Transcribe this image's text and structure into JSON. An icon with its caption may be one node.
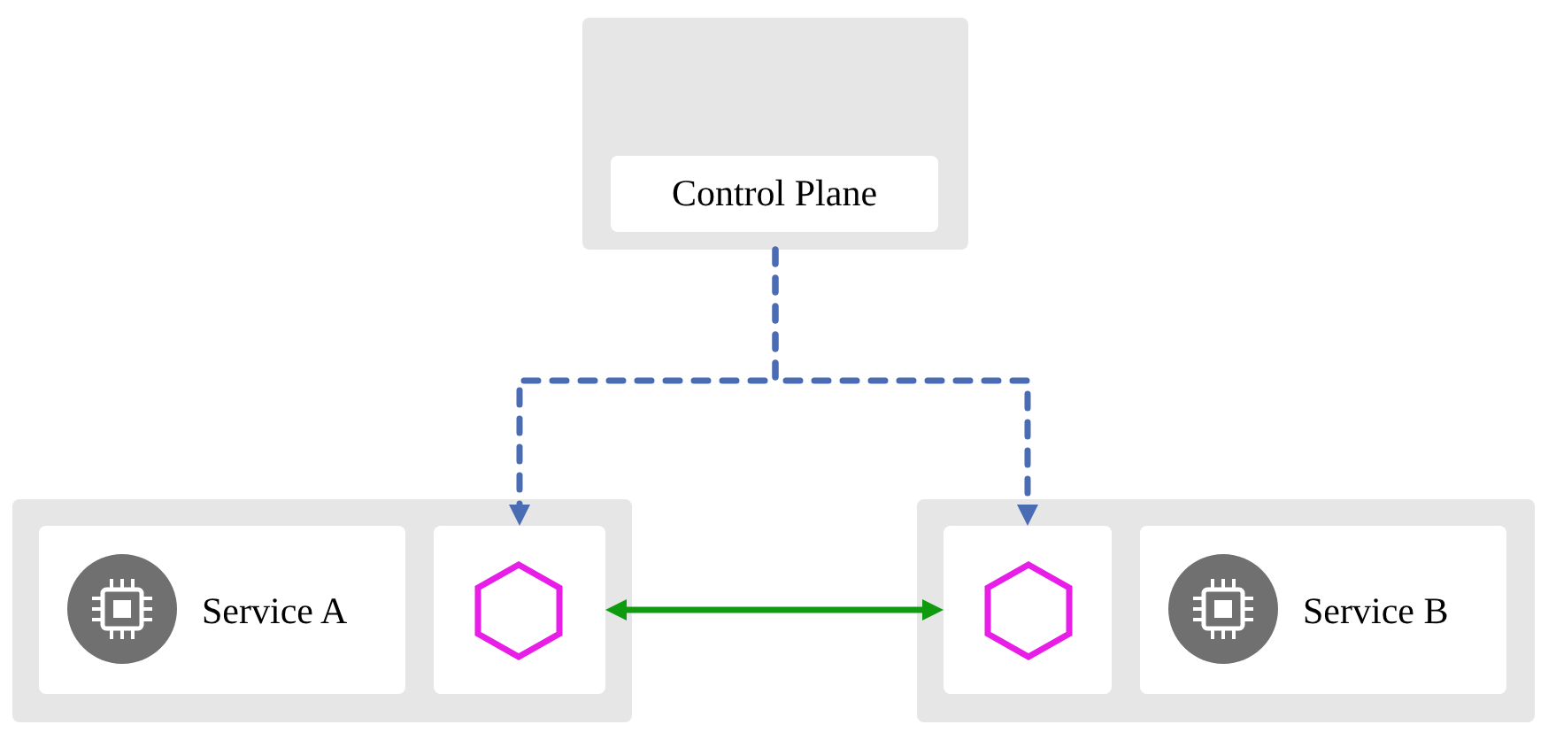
{
  "diagram": {
    "nodes": [
      {
        "text": [],
        "shape": "box"
      },
      {
        "text": [
          "Control Plane"
        ],
        "in": 0
      },
      {
        "text": [],
        "shape": "box"
      },
      {
        "text": [
          "Service A"
        ],
        "in": 2
      },
      {
        "text": [],
        "shape": "box",
        "in": 2
      },
      {
        "text": [],
        "shape": "box"
      },
      {
        "text": [],
        "shape": "box",
        "in": 5
      },
      {
        "text": [
          "Service B"
        ],
        "in": 5
      }
    ],
    "edges": [
      {
        "from": 0,
        "to": 4,
        "arrow": "to",
        "style": "dashed"
      },
      {
        "from": 0,
        "to": 6,
        "arrow": "to",
        "style": "dashed"
      },
      {
        "from": 4,
        "to": 6,
        "arrow": "both",
        "color": "#109a10"
      }
    ]
  }
}
